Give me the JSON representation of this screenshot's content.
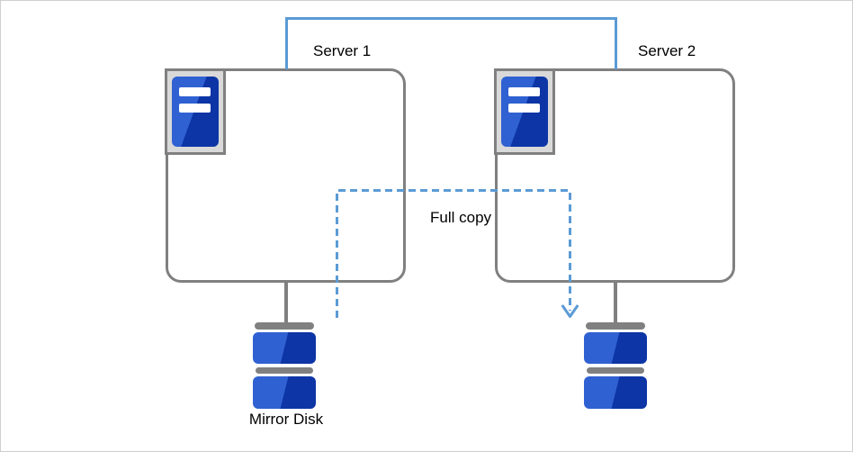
{
  "diagram": {
    "labels": {
      "server1": "Server 1",
      "server2": "Server 2",
      "full_copy": "Full copy",
      "mirror_disk": "Mirror Disk"
    },
    "icons": {
      "server_icon": "server-tower-icon",
      "disk_icon": "disk-stack-icon"
    },
    "colors": {
      "heartbeat_line_blue": "#5B9BD5",
      "full_copy_dashed_blue": "#5B9BD5",
      "box_border_gray": "#808080",
      "icon_frame_gray": "#D9D9D9",
      "disk_blue_light": "#3061D2",
      "disk_blue_dark": "#0D35A6",
      "connector_gray": "#808080",
      "canvas_border": "#CFCFCF",
      "text_color": "#000000"
    }
  }
}
